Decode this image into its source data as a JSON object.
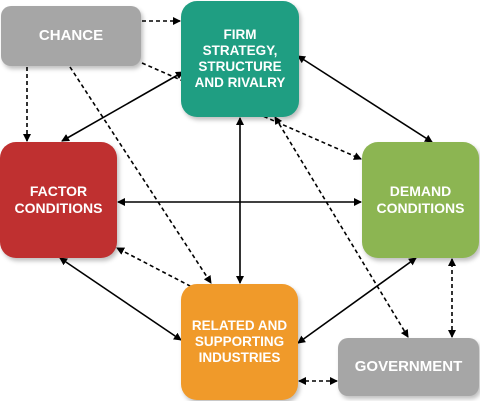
{
  "nodes": {
    "chance": {
      "label": "CHANCE",
      "color": "#a6a6a6"
    },
    "firm": {
      "label": "FIRM STRATEGY, STRUCTURE AND RIVALRY",
      "color": "#1f9e82"
    },
    "factor": {
      "label": "FACTOR CONDITIONS",
      "color": "#bf3030"
    },
    "demand": {
      "label": "DEMAND CONDITIONS",
      "color": "#8cb552"
    },
    "related": {
      "label": "RELATED AND SUPPORTING INDUSTRIES",
      "color": "#f09a2a"
    },
    "gov": {
      "label": "GOVERNMENT",
      "color": "#a6a6a6"
    }
  },
  "edges": [
    {
      "id": "firm-factor",
      "style": "solid",
      "dir": "both"
    },
    {
      "id": "firm-demand",
      "style": "solid",
      "dir": "both"
    },
    {
      "id": "firm-related",
      "style": "solid",
      "dir": "both"
    },
    {
      "id": "factor-demand",
      "style": "solid",
      "dir": "both"
    },
    {
      "id": "factor-related",
      "style": "solid",
      "dir": "both"
    },
    {
      "id": "related-demand",
      "style": "solid",
      "dir": "both"
    },
    {
      "id": "chance-firm",
      "style": "dashed",
      "dir": "forward"
    },
    {
      "id": "chance-factor",
      "style": "dashed",
      "dir": "forward"
    },
    {
      "id": "chance-demand",
      "style": "dashed",
      "dir": "forward"
    },
    {
      "id": "chance-related",
      "style": "dashed",
      "dir": "forward"
    },
    {
      "id": "gov-firm",
      "style": "dashed",
      "dir": "both"
    },
    {
      "id": "gov-factor",
      "style": "dashed",
      "dir": "forward"
    },
    {
      "id": "gov-demand",
      "style": "dashed",
      "dir": "both"
    },
    {
      "id": "gov-related",
      "style": "dashed",
      "dir": "both"
    }
  ]
}
